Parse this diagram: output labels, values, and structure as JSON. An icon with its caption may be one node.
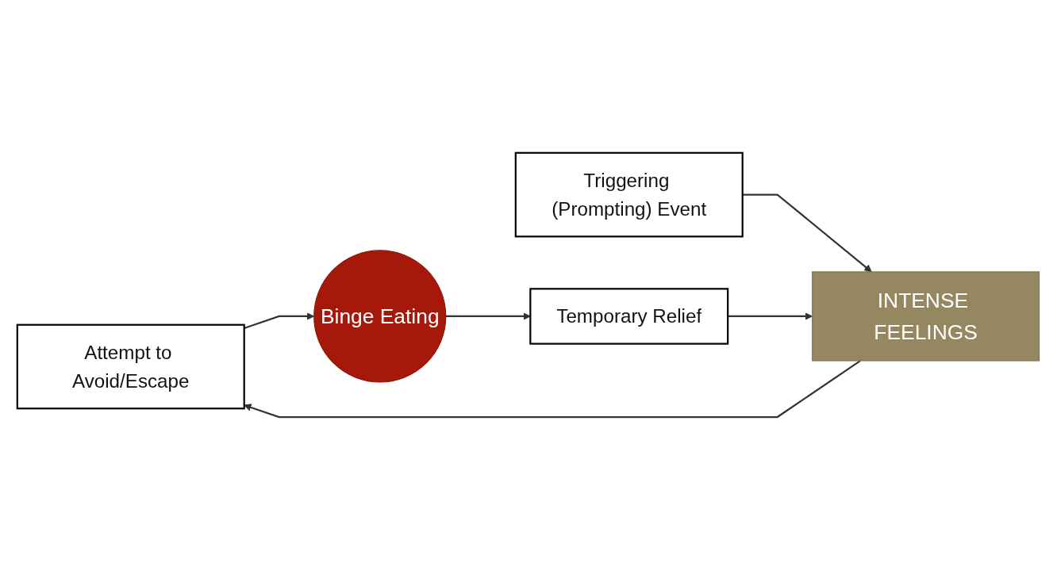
{
  "diagram": {
    "nodes": [
      {
        "text": [
          "Attempt to Avoid/Escape"
        ]
      },
      {
        "text": [
          "Triggering (Prompting) Event"
        ]
      },
      {
        "text": [
          "INTENSE FEELINGS"
        ]
      },
      {
        "text": [
          "Binge Eating"
        ]
      },
      {
        "text": [
          "Temporary Relief"
        ]
      }
    ],
    "edges": [
      {
        "from": 1,
        "to": 2,
        "arrow": "to"
      },
      {
        "from": 2,
        "to": 0,
        "arrow": "to"
      },
      {
        "from": 0,
        "to": 3,
        "arrow": "to"
      },
      {
        "from": 3,
        "to": 4,
        "arrow": "to"
      },
      {
        "from": 4,
        "to": 2,
        "arrow": "to"
      }
    ]
  }
}
